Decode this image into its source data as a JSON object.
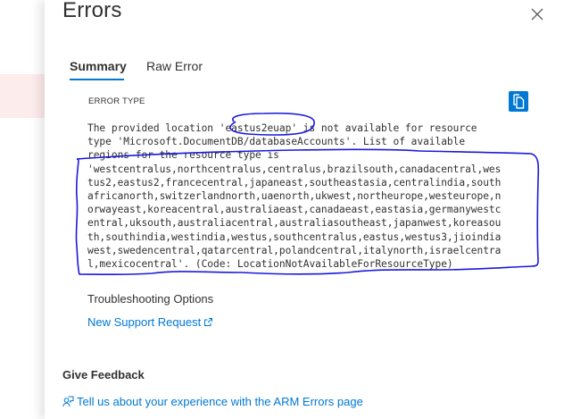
{
  "panel": {
    "title": "Errors",
    "close_icon": "close-icon"
  },
  "tabs": [
    {
      "label": "Summary",
      "active": true
    },
    {
      "label": "Raw Error",
      "active": false
    }
  ],
  "error": {
    "type_label": "ERROR TYPE",
    "copy_icon": "copy-icon",
    "message_lines": [
      "The provided location 'eastus2euap' is not available for resource",
      "type 'Microsoft.DocumentDB/databaseAccounts'. List of available",
      "regions for the resource type is",
      "'westcentralus,northcentralus,centralus,brazilsouth,canadacentral,wes",
      "tus2,eastus2,francecentral,japaneast,southeastasia,centralindia,south",
      "africanorth,switzerlandnorth,uaenorth,ukwest,northeurope,westeurope,n",
      "orwayeast,koreacentral,australiaeast,canadaeast,eastasia,germanywestc",
      "entral,uksouth,australiacentral,australiasoutheast,japanwest,koreasou",
      "th,southindia,westindia,westus,southcentralus,eastus,westus3,jioindia",
      "west,swedencentral,qatarcentral,polandcentral,italynorth,israelcentra",
      "l,mexicocentral'. (Code: LocationNotAvailableForResourceType)"
    ]
  },
  "troubleshooting": {
    "label": "Troubleshooting Options",
    "support_link": "New Support Request",
    "support_icon": "external-link-icon"
  },
  "feedback": {
    "heading": "Give Feedback",
    "link": "Tell us about your experience with the ARM Errors page",
    "icon": "feedback-person-icon"
  },
  "colors": {
    "accent": "#0078d4",
    "text": "#323130",
    "annotation": "#1a1adb",
    "backdrop_highlight": "#fdecec"
  }
}
